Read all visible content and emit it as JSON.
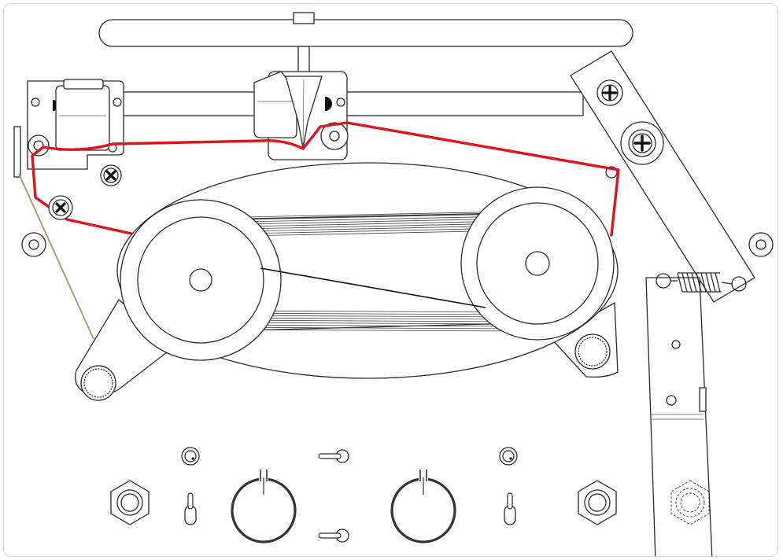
{
  "diagram": {
    "kind": "tape-transport-threading",
    "tape_color": "#e0141b",
    "line_color": "#2a2a2a",
    "frame_color": "#d9d9d9",
    "leader_color": "#a89f75",
    "components": [
      "top-handle-bar",
      "left-head-block",
      "right-head-block",
      "tension-arm",
      "spring-arm",
      "drive-housing",
      "supply-reel",
      "takeup-reel",
      "drive-belt",
      "tape-path",
      "control-panel"
    ],
    "screw_icons": [
      "cross-screw-icon",
      "phillips-screw-icon"
    ],
    "controls": {
      "nut_count": 3,
      "toggle_count": 4,
      "knob_count": 2,
      "led_count": 2
    }
  }
}
